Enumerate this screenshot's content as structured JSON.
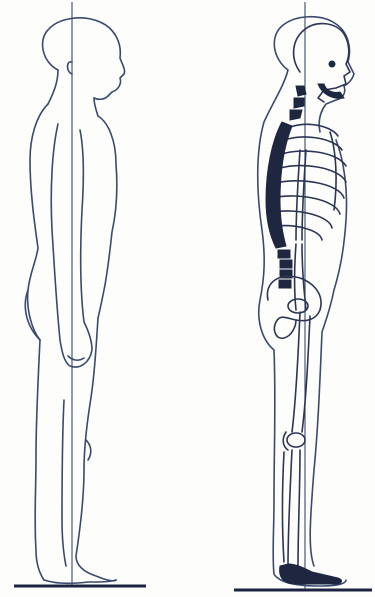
{
  "figures": [
    {
      "id": "surface",
      "name": "standing-figure-side-outline"
    },
    {
      "id": "skeleton",
      "name": "standing-skeleton-side-view"
    }
  ],
  "colors": {
    "ink": "#3a4a6e",
    "ink_dark": "#1f2740",
    "paper": "#fdfdfc"
  }
}
